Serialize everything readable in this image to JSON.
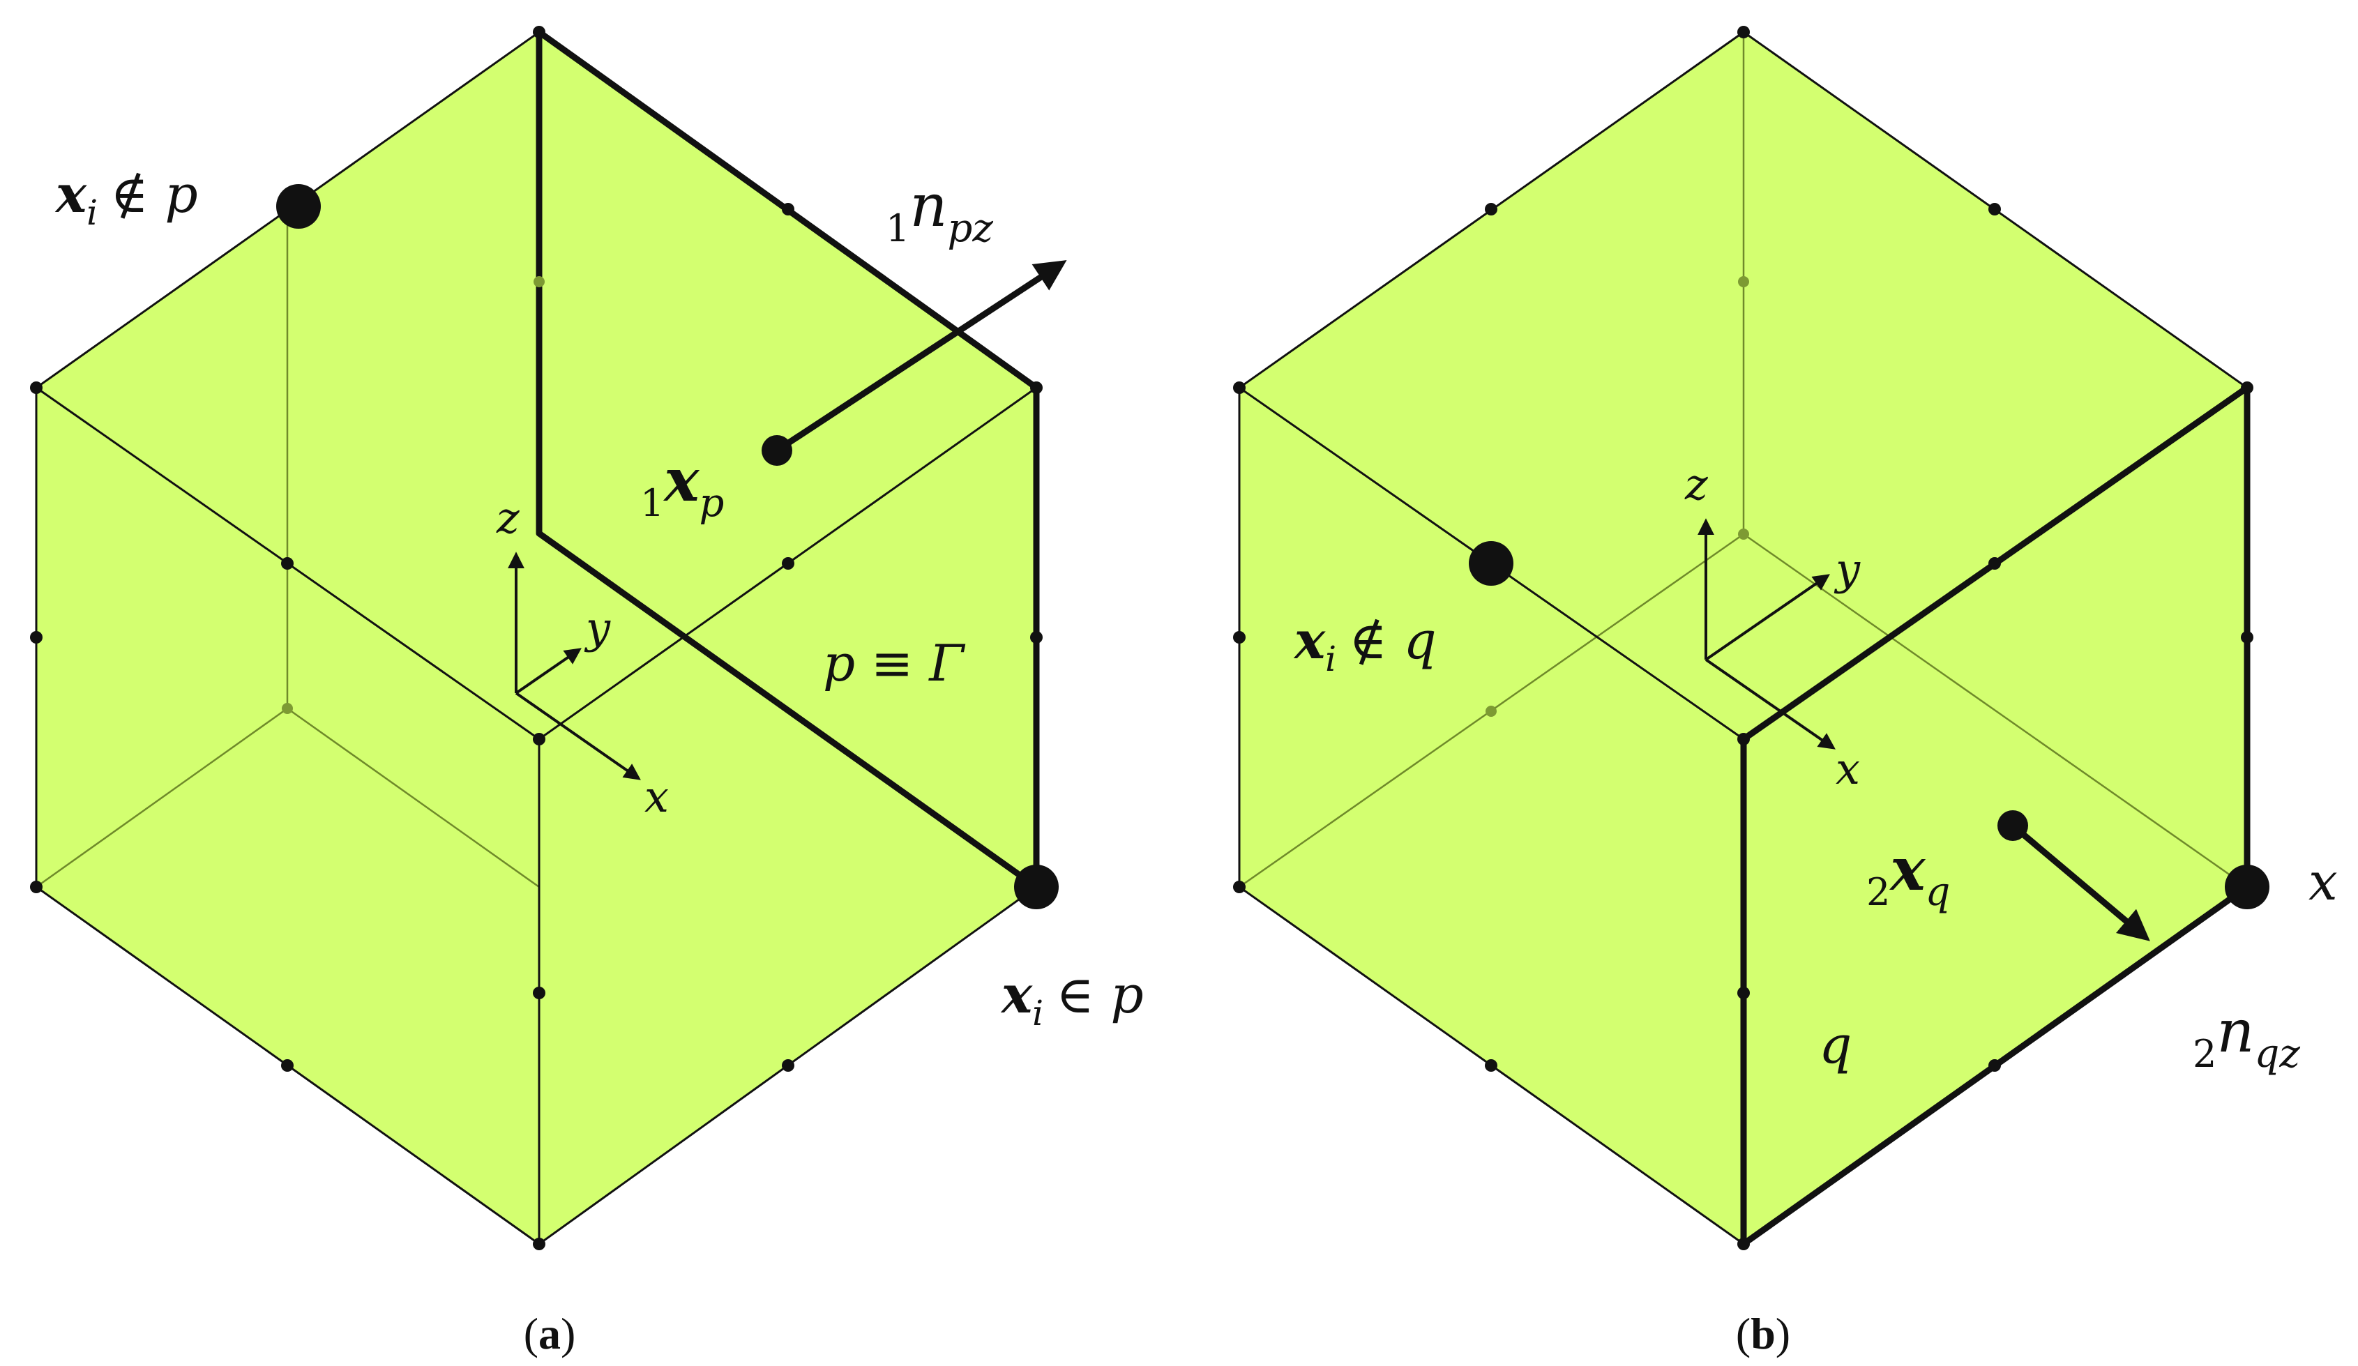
{
  "colors": {
    "face_fill": "#d3ff70",
    "edge": "#111111",
    "hidden_edge": "#6f8a2a",
    "background": "#ffffff"
  },
  "panel_a": {
    "caption_letter": "a",
    "label_xi_not_in_main": "x",
    "label_xi_not_in_sub": "i",
    "label_xi_not_in_rel": "∉ p",
    "label_xi_in_main": "x",
    "label_xi_in_sub": "i",
    "label_xi_in_rel": "∈ p",
    "label_n_pre": "1",
    "label_n_main": "n",
    "label_n_sub": "pz",
    "label_xp_pre": "1",
    "label_xp_main": "x",
    "label_xp_sub": "p",
    "label_face": "p ≡ Γ",
    "axis_x": "x",
    "axis_y": "y",
    "axis_z": "z"
  },
  "panel_b": {
    "caption_letter": "b",
    "label_xi_not_in_main": "x",
    "label_xi_not_in_sub": "i",
    "label_xi_not_in_rel": "∉ q",
    "label_xq_pre": "2",
    "label_xq_main": "x",
    "label_xq_sub": "q",
    "label_n_pre": "2",
    "label_n_main": "n",
    "label_n_sub": "qz",
    "label_face": "q",
    "label_corner": "x",
    "axis_x": "x",
    "axis_y": "y",
    "axis_z": "z"
  }
}
